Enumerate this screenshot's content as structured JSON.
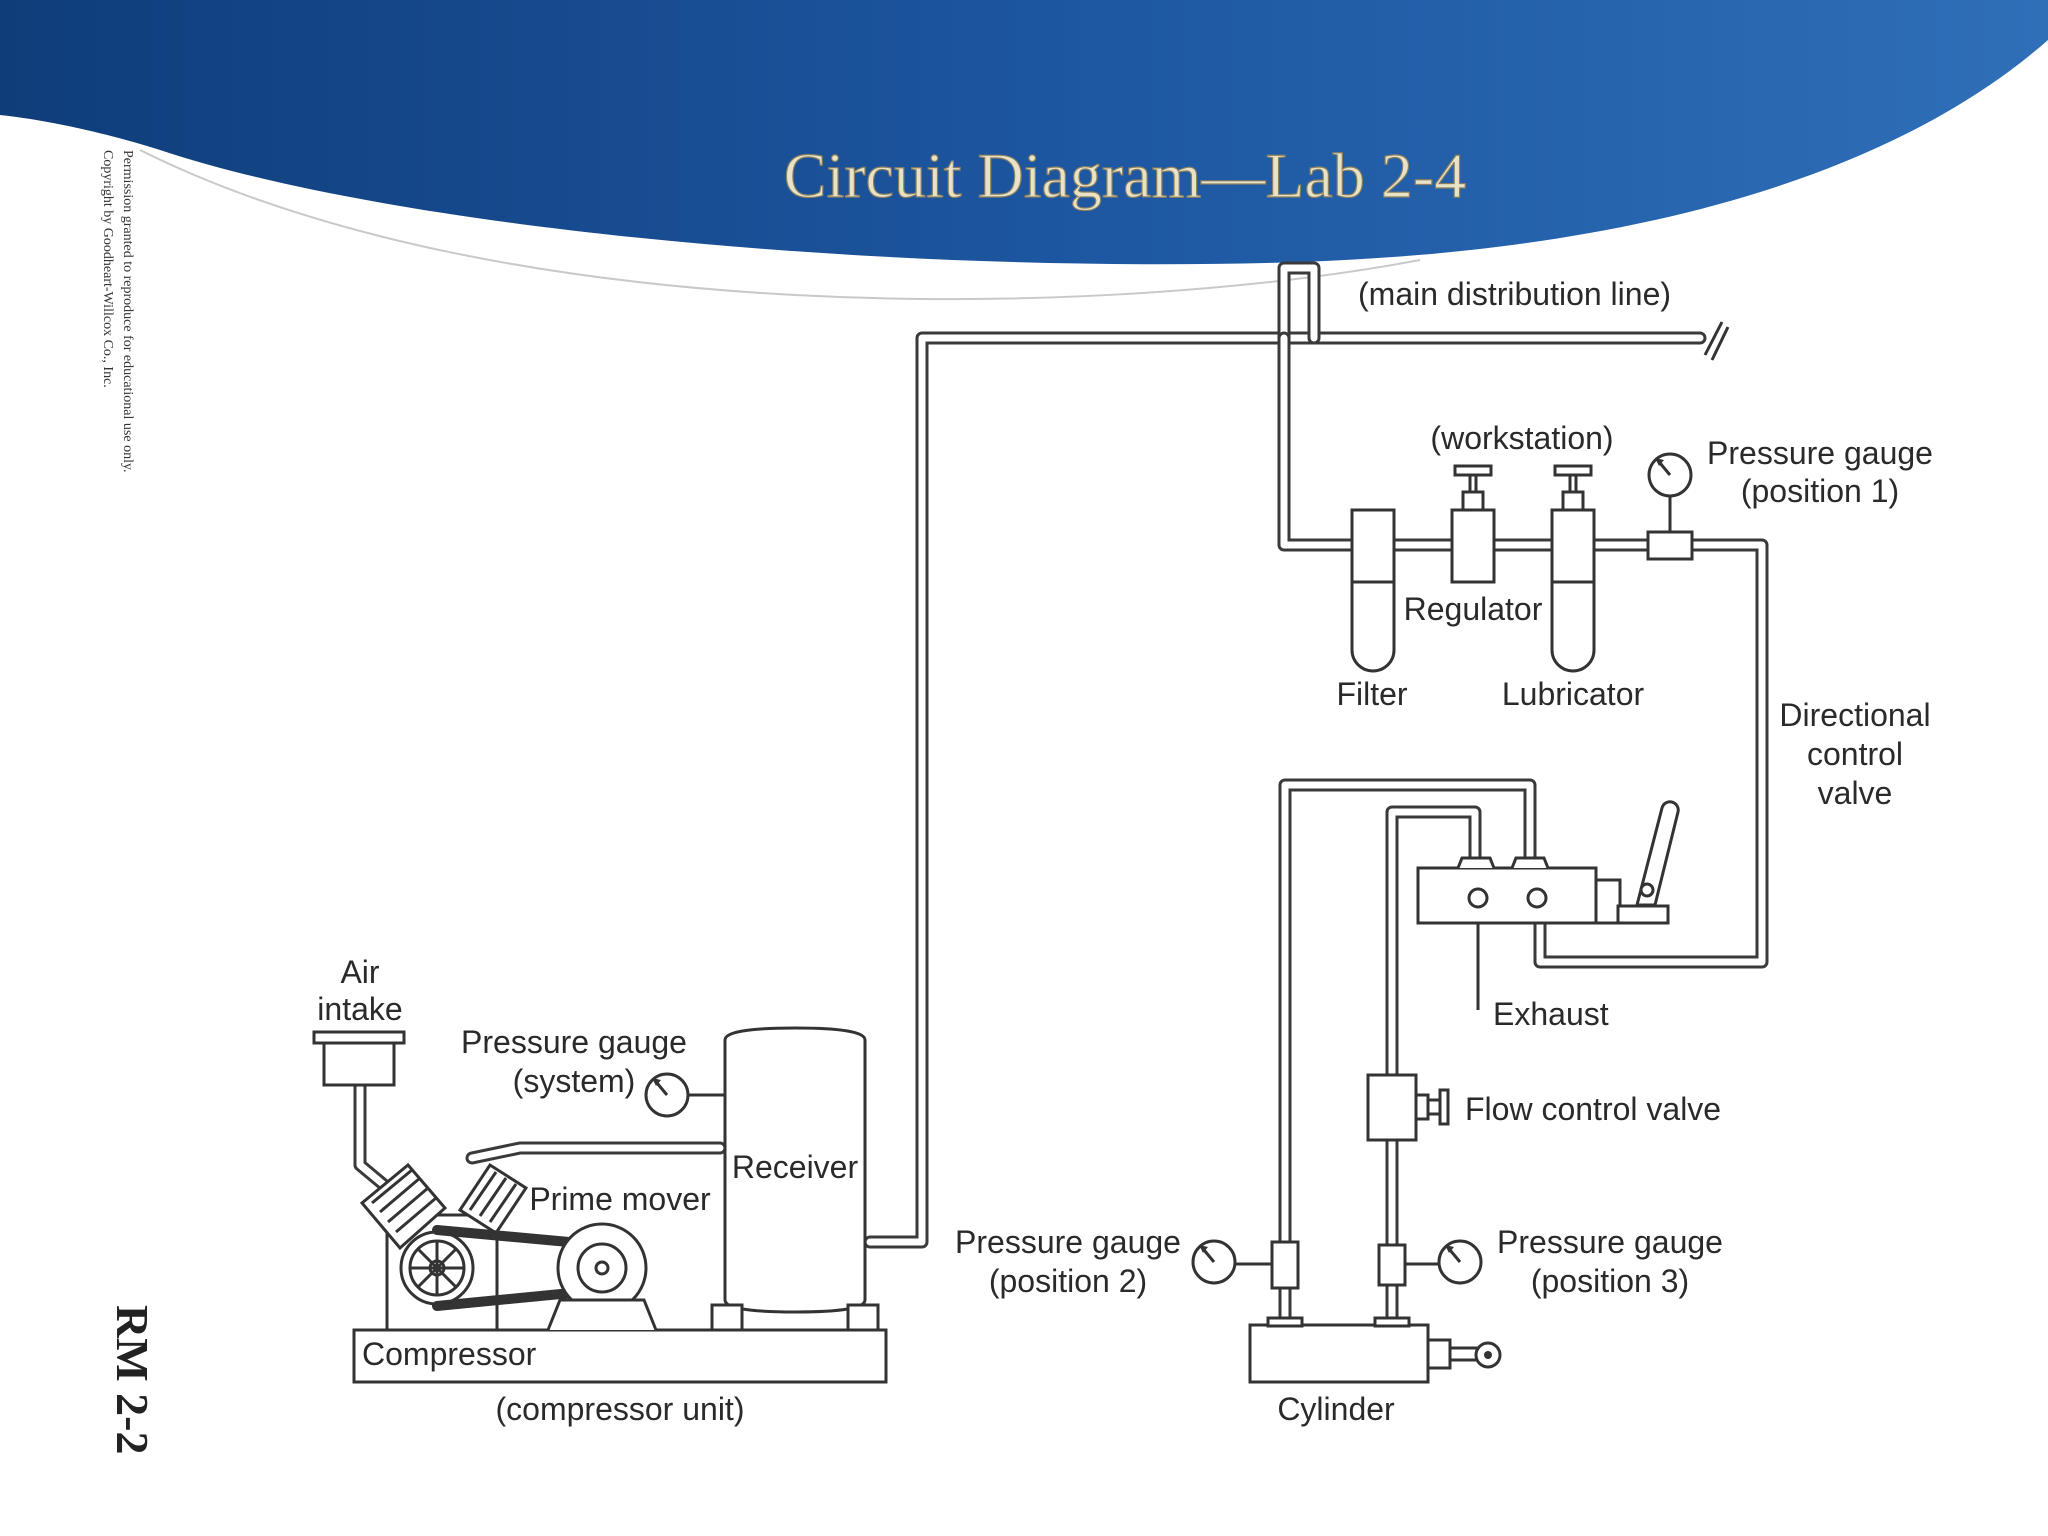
{
  "slide": {
    "title": "Circuit Diagram—Lab 2-4",
    "copyright_line1": "Permission granted to reproduce for educational use only.",
    "copyright_line2": "Copyright by Goodheart-Willcox Co., Inc.",
    "page_ref": "RM 2-2",
    "colors": {
      "header_dark": "#0f3d7a",
      "header_light": "#2f6fb8",
      "line": "#3a3a3a"
    }
  },
  "labels": {
    "main_line": "(main distribution line)",
    "workstation": "(workstation)",
    "gauge_pos1_a": "Pressure gauge",
    "gauge_pos1_b": "(position 1)",
    "regulator": "Regulator",
    "filter": "Filter",
    "lubricator": "Lubricator",
    "dcv_a": "Directional",
    "dcv_b": "control",
    "dcv_c": "valve",
    "exhaust": "Exhaust",
    "flow_control": "Flow control valve",
    "gauge_pos2_a": "Pressure gauge",
    "gauge_pos2_b": "(position 2)",
    "gauge_pos3_a": "Pressure gauge",
    "gauge_pos3_b": "(position 3)",
    "cylinder": "Cylinder",
    "air_intake_a": "Air",
    "air_intake_b": "intake",
    "gauge_system_a": "Pressure gauge",
    "gauge_system_b": "(system)",
    "receiver": "Receiver",
    "prime_mover": "Prime mover",
    "compressor": "Compressor",
    "compressor_unit": "(compressor unit)"
  }
}
